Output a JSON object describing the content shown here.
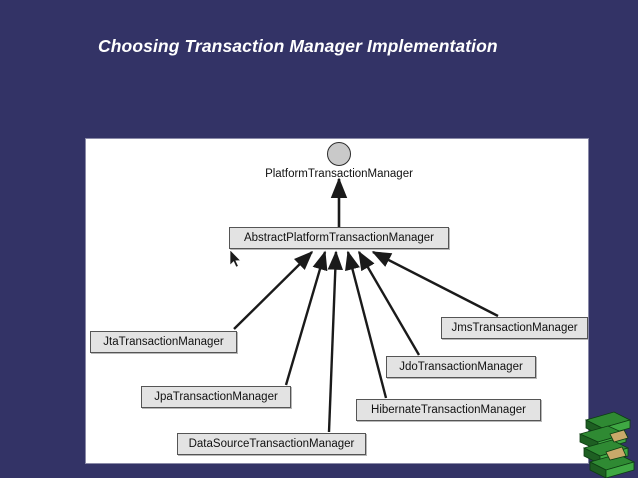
{
  "slide": {
    "title": "Choosing Transaction Manager Implementation",
    "background_color": "#333366",
    "title_color": "#ffffff"
  },
  "diagram": {
    "type": "uml-class-hierarchy",
    "panel_background": "#ffffff",
    "box_fill": "#e3e3e3",
    "box_border": "#555555",
    "line_color": "#1a1a1a",
    "interface": {
      "name": "PlatformTransactionManager",
      "icon": "interface-circle-icon"
    },
    "abstract_class": {
      "name": "AbstractPlatformTransactionManager"
    },
    "implementations": [
      {
        "name": "JtaTransactionManager"
      },
      {
        "name": "JpaTransactionManager"
      },
      {
        "name": "DataSourceTransactionManager"
      },
      {
        "name": "HibernateTransactionManager"
      },
      {
        "name": "JdoTransactionManager"
      },
      {
        "name": "JmsTransactionManager"
      }
    ]
  },
  "decoration": {
    "corner_art": "green-blocks-icon",
    "cursor": "mouse-pointer-icon"
  }
}
